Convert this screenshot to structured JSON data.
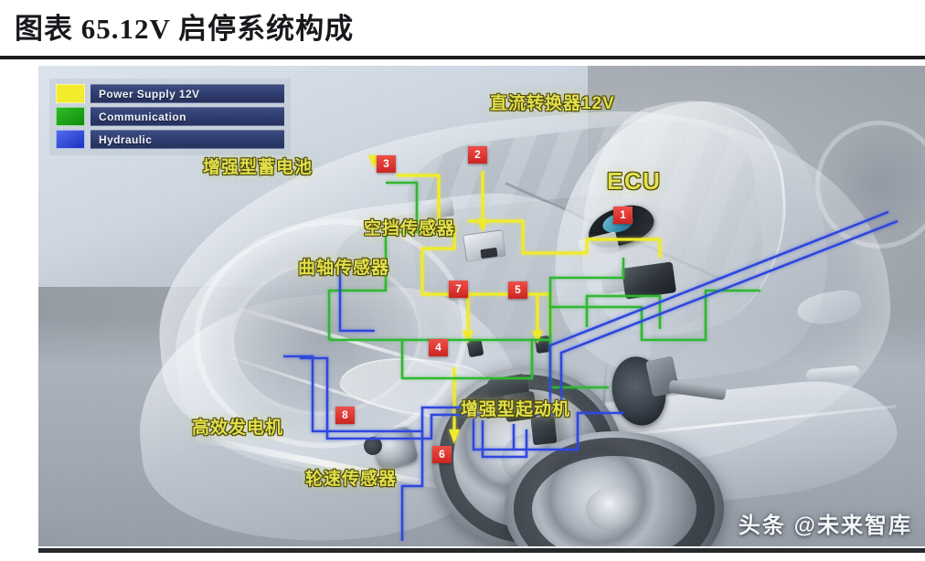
{
  "header": {
    "title": "图表 65.12V 启停系统构成"
  },
  "figure": {
    "legend": {
      "items": [
        {
          "label": "Power Supply 12V",
          "color": "#f6ef2b",
          "swatch_name": "yellow"
        },
        {
          "label": "Communication",
          "color": "#13a50f",
          "swatch_name": "green"
        },
        {
          "label": "Hydraulic",
          "color": "#2b44de",
          "swatch_name": "blue"
        }
      ]
    },
    "callouts": [
      {
        "id": "dc-converter",
        "text": "直流转换器12V"
      },
      {
        "id": "ecu",
        "text": "ECU"
      },
      {
        "id": "enhanced-battery",
        "text": "增强型蓄电池"
      },
      {
        "id": "neutral-sensor",
        "text": "空挡传感器"
      },
      {
        "id": "crankshaft-sensor",
        "text": "曲轴传感器"
      },
      {
        "id": "enhanced-starter",
        "text": "增强型起动机"
      },
      {
        "id": "high-efficiency-alternator",
        "text": "高效发电机"
      },
      {
        "id": "wheel-speed-sensor",
        "text": "轮速传感器"
      }
    ],
    "markers": [
      {
        "id": "marker-1",
        "number": "1"
      },
      {
        "id": "marker-2",
        "number": "2"
      },
      {
        "id": "marker-3",
        "number": "3"
      },
      {
        "id": "marker-4",
        "number": "4"
      },
      {
        "id": "marker-5",
        "number": "5"
      },
      {
        "id": "marker-6",
        "number": "6"
      },
      {
        "id": "marker-7",
        "number": "7"
      },
      {
        "id": "marker-8",
        "number": "8"
      }
    ],
    "watermark": "头条 @未来智库"
  }
}
